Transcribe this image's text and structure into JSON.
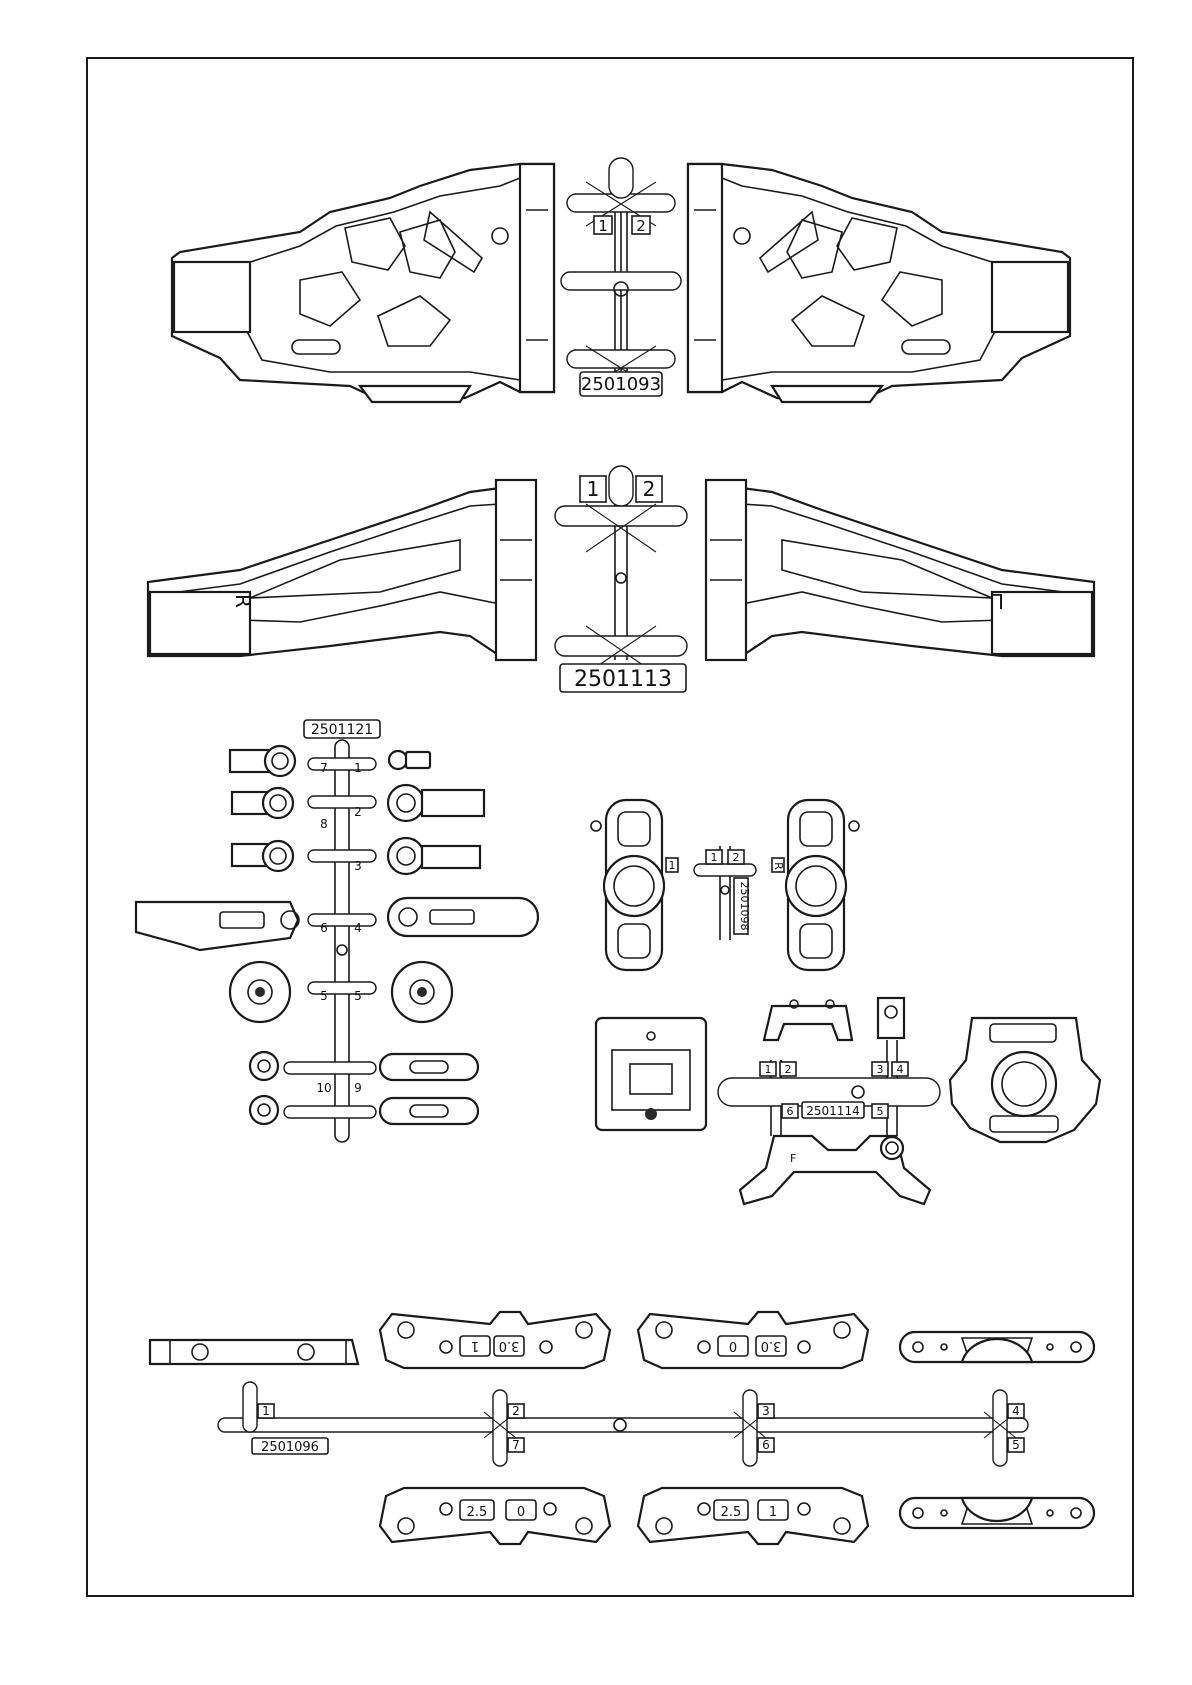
{
  "part_numbers": {
    "front_arms": "2501093",
    "rear_arms": "2501113",
    "small_parts": "2501121",
    "hubs": "2501098",
    "bulkhead_set": "2501114",
    "pivot_blocks": "2501096"
  },
  "sprue_numbers": {
    "front_arms": [
      "1",
      "2"
    ],
    "rear_arms": [
      "1",
      "2"
    ],
    "small_parts_left": [
      "7",
      "8",
      "6",
      "5",
      "10"
    ],
    "small_parts_right": [
      "1",
      "2",
      "3",
      "4",
      "5",
      "9"
    ],
    "hubs": [
      "1",
      "2"
    ],
    "bulkhead_set": [
      "1",
      "2",
      "3",
      "4",
      "6",
      "5"
    ],
    "pivot_blocks_top": [
      "1",
      "2",
      "3",
      "4"
    ],
    "pivot_blocks_bottom": [
      "7",
      "6",
      "5"
    ]
  },
  "arm_side_marks": {
    "right": "R",
    "left": "L"
  },
  "hub_marks": [
    "1",
    "R"
  ],
  "brace_mark": "F",
  "pivot_block_marks": {
    "top_a": [
      "1",
      "3.0"
    ],
    "top_b": [
      "0",
      "3.0"
    ],
    "bottom_a": [
      "2.5",
      "0"
    ],
    "bottom_b": [
      "2.5",
      "1"
    ]
  }
}
